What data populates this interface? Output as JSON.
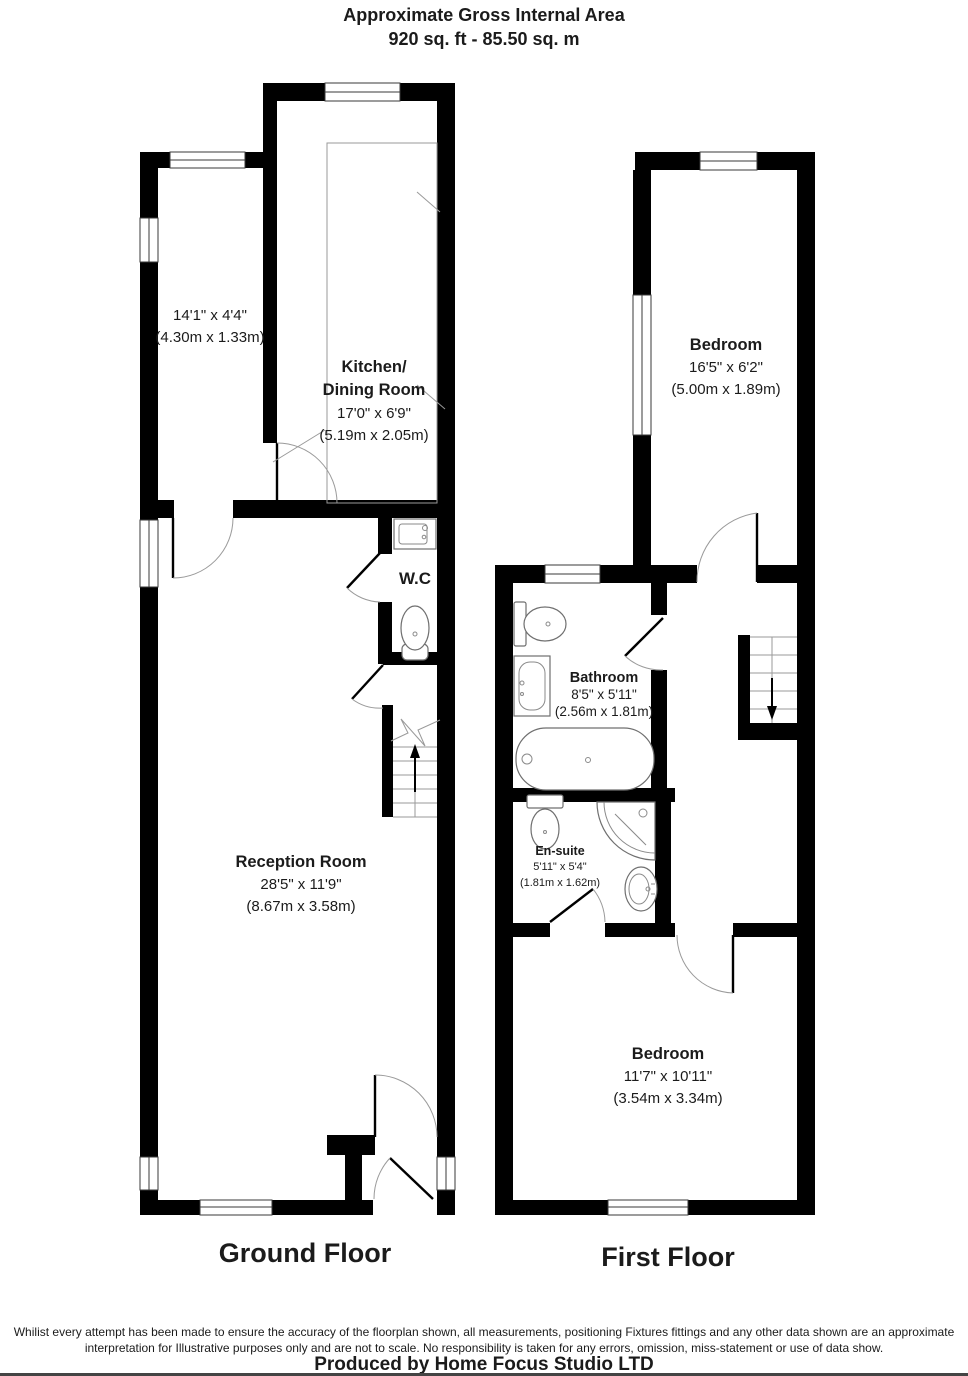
{
  "header": {
    "line1": "Approximate Gross Internal Area",
    "line2": "920 sq. ft - 85.50 sq. m"
  },
  "ground_floor": {
    "label": "Ground Floor",
    "side_room": {
      "dims_ft": "14'1\" x 4'4\"",
      "dims_m": "(4.30m x 1.33m)"
    },
    "kitchen": {
      "name_line1": "Kitchen/",
      "name_line2": "Dining Room",
      "dims_ft": "17'0\" x 6'9\"",
      "dims_m": "(5.19m x 2.05m)"
    },
    "wc": {
      "name": "W.C"
    },
    "reception": {
      "name": "Reception Room",
      "dims_ft": "28'5\" x 11'9\"",
      "dims_m": "(8.67m x 3.58m)"
    }
  },
  "first_floor": {
    "label": "First Floor",
    "bedroom_front": {
      "name": "Bedroom",
      "dims_ft": "16'5\" x 6'2\"",
      "dims_m": "(5.00m x 1.89m)"
    },
    "bathroom": {
      "name": "Bathroom",
      "dims_ft": "8'5\" x 5'11\"",
      "dims_m": "(2.56m x 1.81m)"
    },
    "ensuite": {
      "name": "En-suite",
      "dims_ft": "5'11\" x 5'4\"",
      "dims_m": "(1.81m x 1.62m)"
    },
    "bedroom_rear": {
      "name": "Bedroom",
      "dims_ft": "11'7\" x 10'11\"",
      "dims_m": "(3.54m x 3.34m)"
    }
  },
  "footer": {
    "disclaimer_line1": "Whilist every attempt has been made to ensure the accuracy of the floorplan shown, all measurements, positioning Fixtures fittings and any other data shown are an approximate",
    "disclaimer_line2": "interpretation for Illustrative purposes only  and are not to scale. No responsibility is taken for any errors, omission, miss-statement or use of data show.",
    "produced_by": "Produced by Home Focus Studio LTD"
  },
  "colors": {
    "wall": "#000000",
    "background": "#ffffff",
    "thin_line": "#9a9a9a",
    "text": "#1b1b1b"
  }
}
